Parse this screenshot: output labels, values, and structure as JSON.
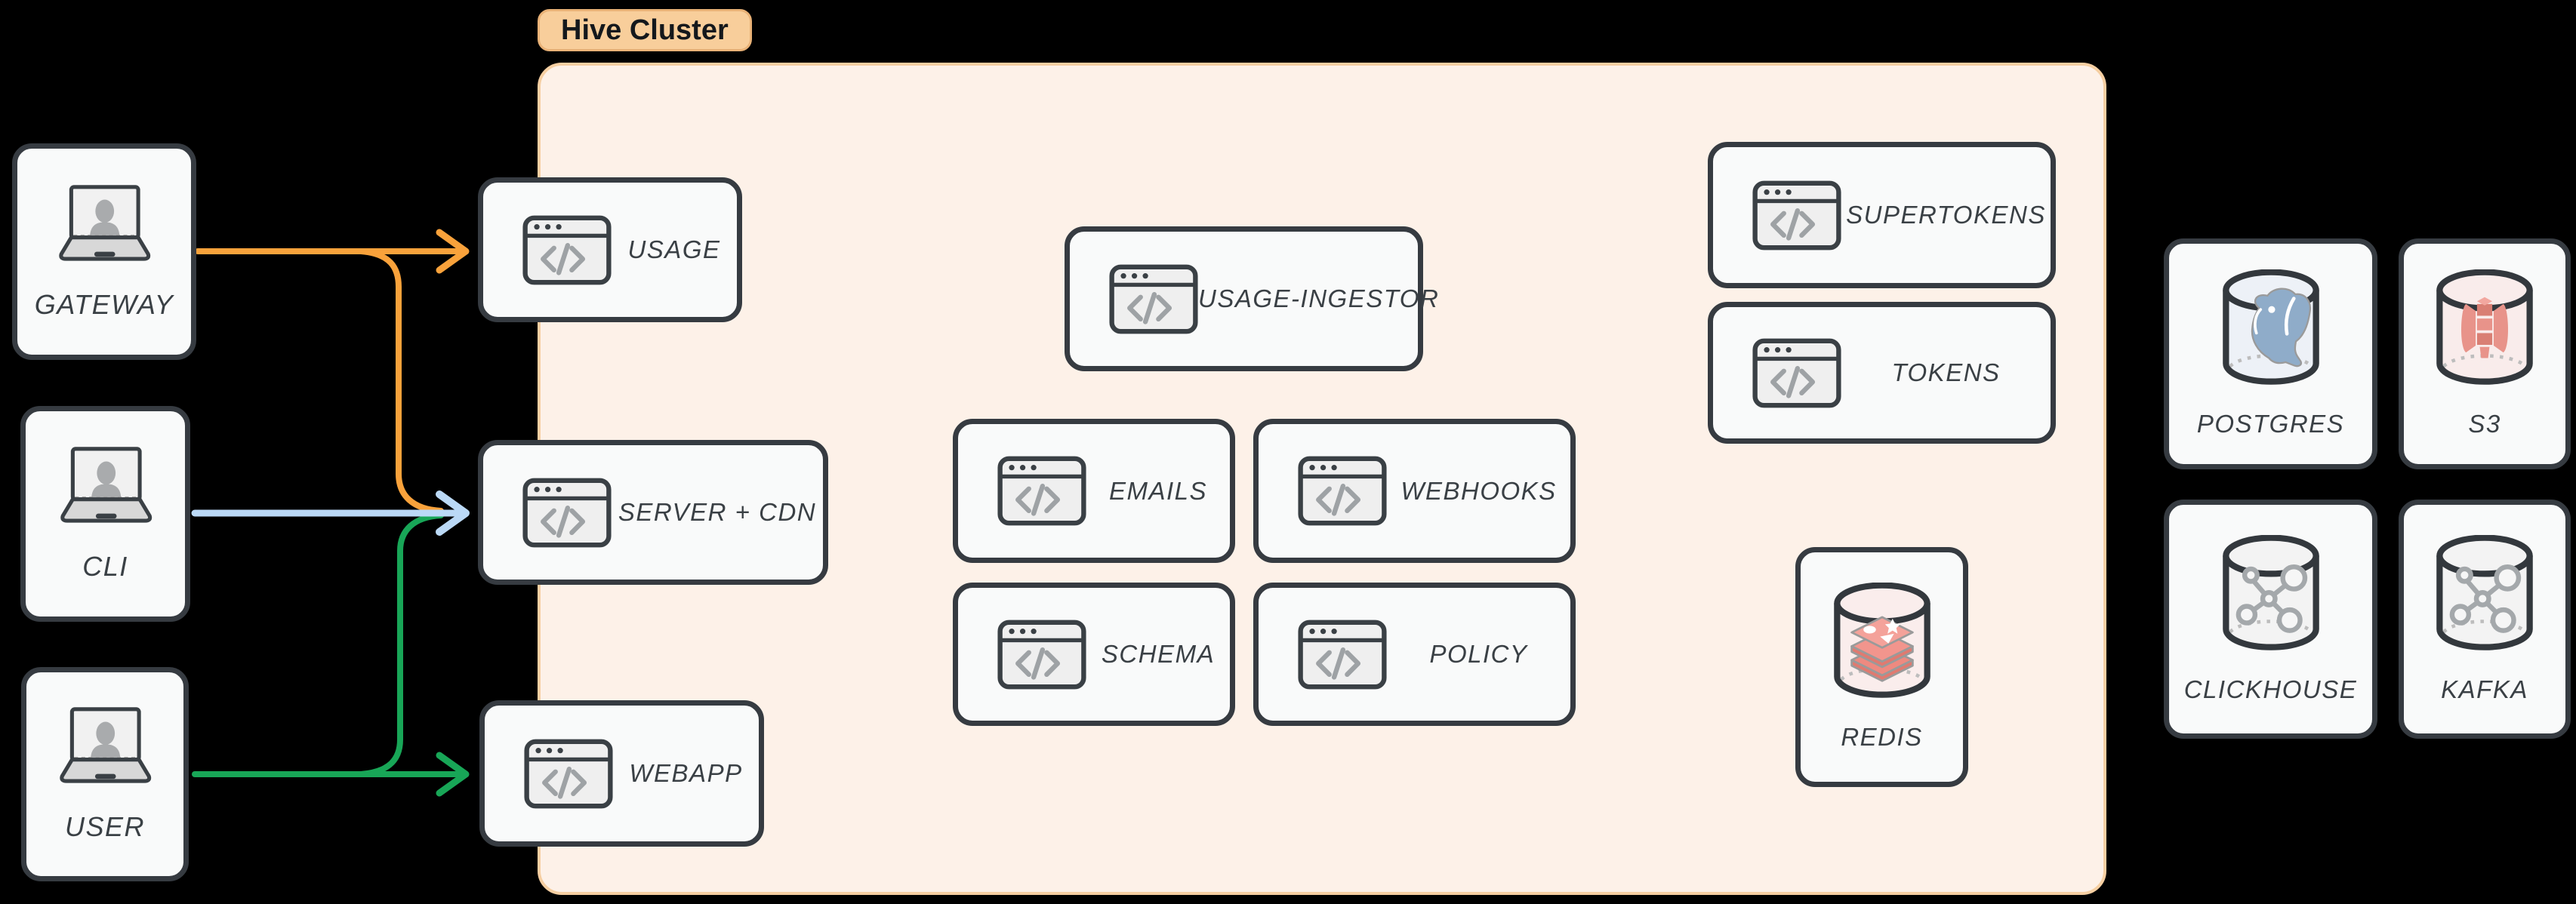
{
  "cluster": {
    "label": "Hive Cluster"
  },
  "actors": {
    "gateway": {
      "label": "GATEWAY"
    },
    "cli": {
      "label": "CLI"
    },
    "user": {
      "label": "USER"
    }
  },
  "services": {
    "usage": {
      "label": "USAGE"
    },
    "server_cdn": {
      "label": "SERVER + CDN"
    },
    "webapp": {
      "label": "WEBAPP"
    },
    "usage_ingestor": {
      "label": "USAGE-INGESTOR"
    },
    "emails": {
      "label": "EMAILS"
    },
    "webhooks": {
      "label": "WEBHOOKS"
    },
    "schema": {
      "label": "SCHEMA"
    },
    "policy": {
      "label": "POLICY"
    },
    "supertokens": {
      "label": "SUPERTOKENS"
    },
    "tokens": {
      "label": "TOKENS"
    }
  },
  "datastores": {
    "redis": {
      "label": "REDIS"
    },
    "postgres": {
      "label": "POSTGRES"
    },
    "s3": {
      "label": "S3"
    },
    "clickhouse": {
      "label": "CLICKHOUSE"
    },
    "kafka": {
      "label": "KAFKA"
    }
  },
  "edges": [
    {
      "from": "GATEWAY",
      "to": "USAGE",
      "color_key": "arrow_orange"
    },
    {
      "from": "GATEWAY",
      "to": "SERVER + CDN",
      "color_key": "arrow_orange"
    },
    {
      "from": "CLI",
      "to": "SERVER + CDN",
      "color_key": "arrow_blue"
    },
    {
      "from": "USER",
      "to": "SERVER + CDN",
      "color_key": "arrow_green"
    },
    {
      "from": "USER",
      "to": "WEBAPP",
      "color_key": "arrow_green"
    }
  ],
  "colors": {
    "arrow_orange": "#F9A23B",
    "arrow_blue": "#BBD9F6",
    "arrow_green": "#18A657",
    "cluster_bg": "#FDF1E8",
    "cluster_border": "#F6CFA2",
    "pill_bg": "#F8CE9B",
    "node_border": "#363B41",
    "node_bg": "#F9FAFA"
  }
}
